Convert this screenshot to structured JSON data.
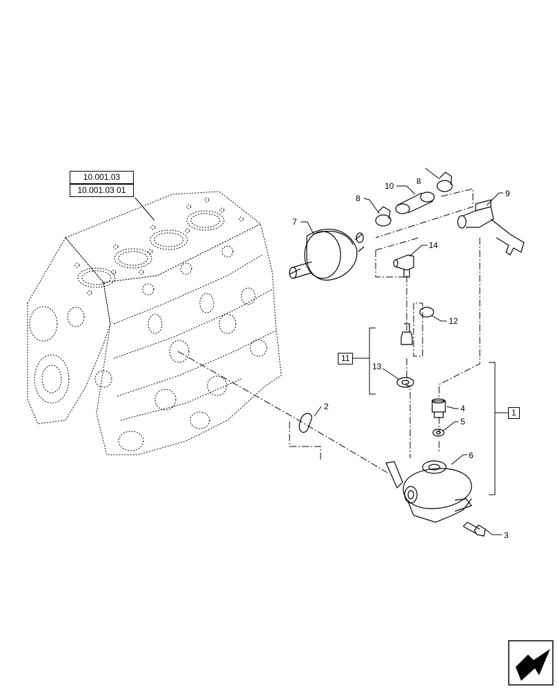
{
  "references": [
    "10.001.03",
    "10.001.03 01"
  ],
  "callouts": [
    "1",
    "2",
    "3",
    "4",
    "5",
    "6",
    "7",
    "8",
    "8",
    "9",
    "10",
    "11",
    "12",
    "13",
    "14"
  ],
  "groups": {
    "g1": "1",
    "g11": "11"
  },
  "nav_icon": "next-page-arrow-icon"
}
